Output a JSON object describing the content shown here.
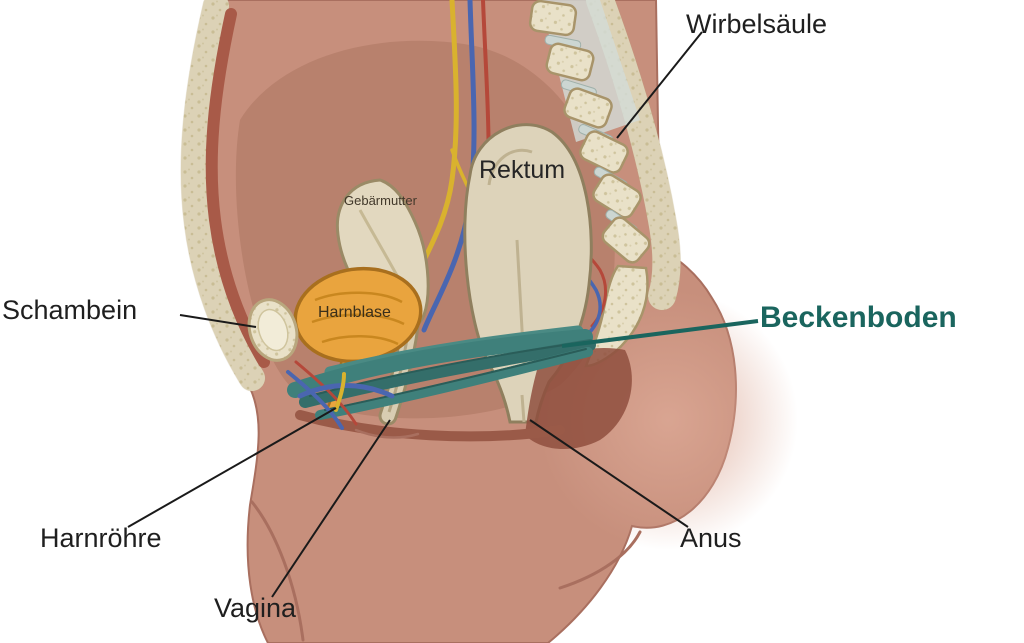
{
  "figure": {
    "type": "anatomy-diagram",
    "background": "#ffffff",
    "labels": {
      "wirbelsaeule": "Wirbelsäule",
      "rektum": "Rektum",
      "gebaermutter": "Gebärmutter",
      "harnblase": "Harnblase",
      "schambein": "Schambein",
      "beckenboden": "Beckenboden",
      "harnroehre": "Harnröhre",
      "vagina": "Vagina",
      "anus": "Anus"
    },
    "colors": {
      "accent_teal": "#1a655e",
      "skin": "#c78f7c",
      "skin_deep": "#b8816d",
      "bone_cream": "#e9e1c8",
      "bladder_orange": "#e9a43e",
      "pelvic_floor_teal": "#3f807b",
      "artery_red": "#b5483a",
      "vein_blue": "#4a66b0",
      "nerve_yellow": "#d9b22e",
      "label_text": "#1f1f1f"
    }
  }
}
